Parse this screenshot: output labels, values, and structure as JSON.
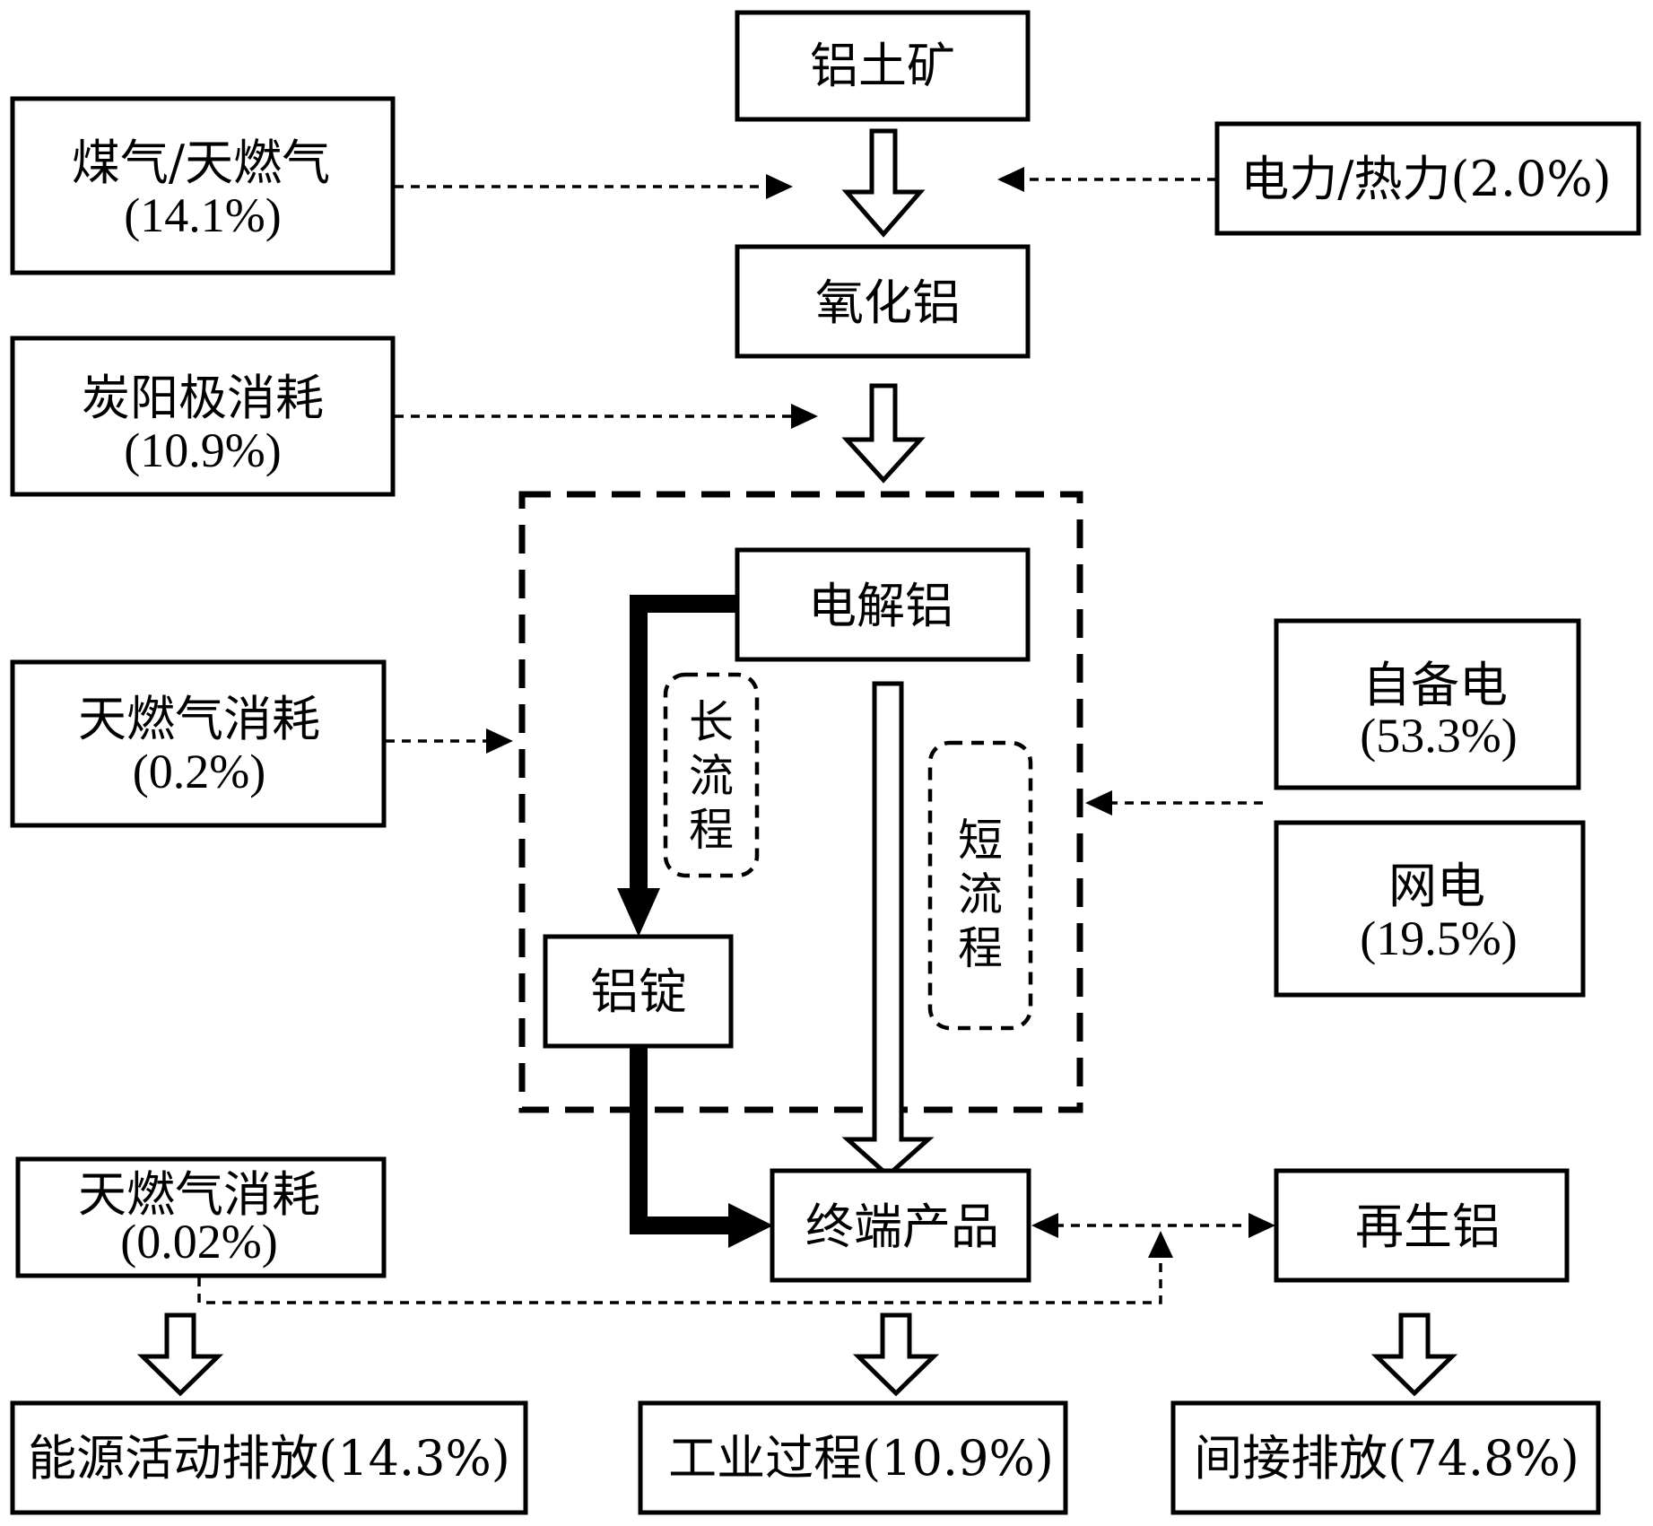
{
  "nodes": {
    "bauxite": "铝土矿",
    "alumina": "氧化铝",
    "electrolytic_al": "电解铝",
    "ingot": "铝锭",
    "end_product": "终端产品",
    "recycled_al": "再生铝",
    "gas": {
      "label": "煤气/天燃气",
      "pct": "(14.1%)"
    },
    "carbon_anode": {
      "label": "炭阳极消耗",
      "pct": "(10.9%)"
    },
    "ng_consumption_1": {
      "label": "天燃气消耗",
      "pct": "(0.2%)"
    },
    "ng_consumption_2": {
      "label": "天燃气消耗",
      "pct": "(0.02%)"
    },
    "power_heat": "电力/热力(2.0%)",
    "self_power": {
      "label": "自备电",
      "pct": "(53.3%)"
    },
    "grid_power": {
      "label": "网电",
      "pct": "(19.5%)"
    },
    "energy_emission": "能源活动排放(14.3%)",
    "industrial_process": "工业过程(10.9%)",
    "indirect_emission": "间接排放(74.8%)"
  },
  "routes": {
    "long_chars": [
      "长",
      "流",
      "程"
    ],
    "short_chars": [
      "短",
      "流",
      "程"
    ]
  }
}
